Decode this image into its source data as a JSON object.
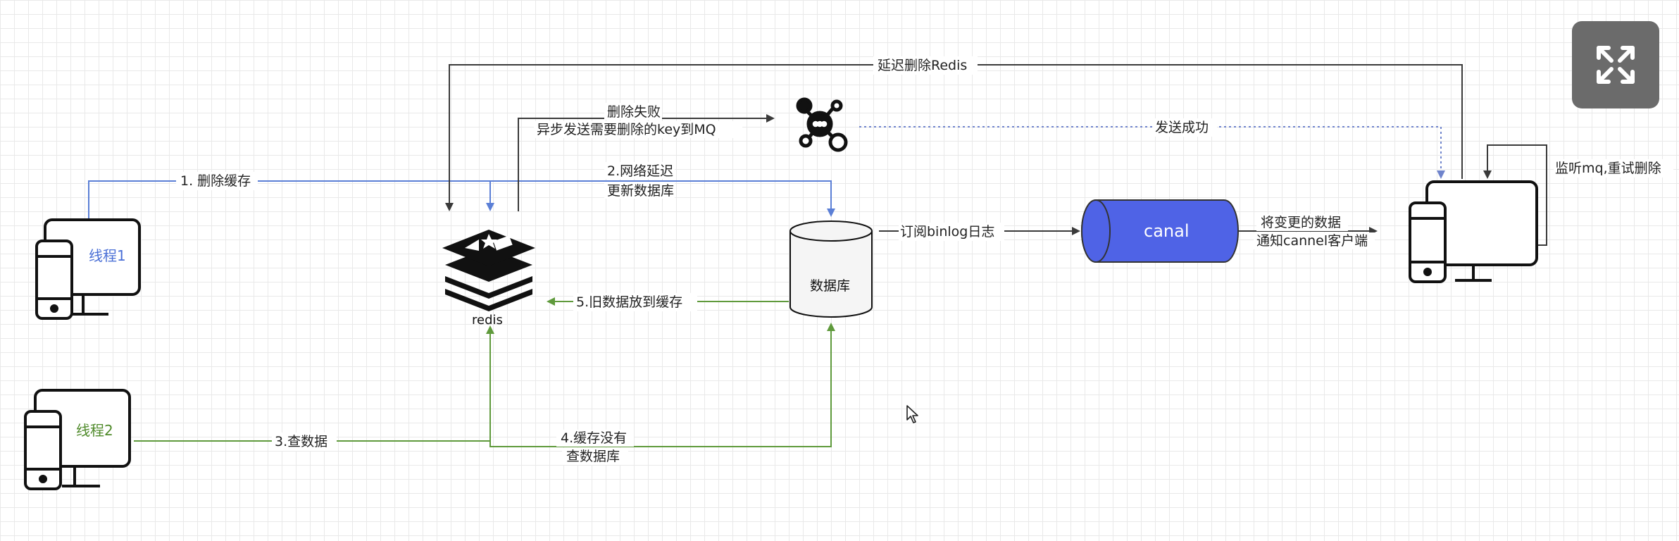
{
  "nodes": {
    "thread1": "线程1",
    "thread2": "线程2",
    "redis": "redis",
    "database": "数据库",
    "canal": "canal"
  },
  "edges": {
    "delete_cache": "1. 删除缓存",
    "network_delay_line1": "2.网络延迟",
    "network_delay_line2": "更新数据库",
    "query_data": "3.查数据",
    "cache_miss_line1": "4.缓存没有",
    "cache_miss_line2": "查数据库",
    "old_data_to_cache": "5.旧数据放到缓存",
    "delete_failed_line1": "删除失败",
    "delete_failed_line2": "异步发送需要删除的key到MQ",
    "send_success": "发送成功",
    "delayed_delete": "延迟删除Redis",
    "subscribe_binlog": "订阅binlog日志",
    "notify_line1": "将变更的数据",
    "notify_line2": "通知cannel客户端",
    "listen_retry": "监听mq,重试删除"
  },
  "colors": {
    "blue_arrow": "#5b7fd6",
    "green_arrow": "#5f9a3c",
    "dark_arrow": "#4a4a4a",
    "dotted_arrow": "#7a8fd0",
    "canal_fill": "#4f63e6",
    "thread1_text": "#4a6fd6",
    "thread2_text": "#4f8a2a"
  },
  "icons": [
    "device-icon",
    "redis-logo-icon",
    "mq-broker-icon",
    "database-cylinder-icon",
    "expand-icon",
    "mouse-cursor-icon"
  ]
}
